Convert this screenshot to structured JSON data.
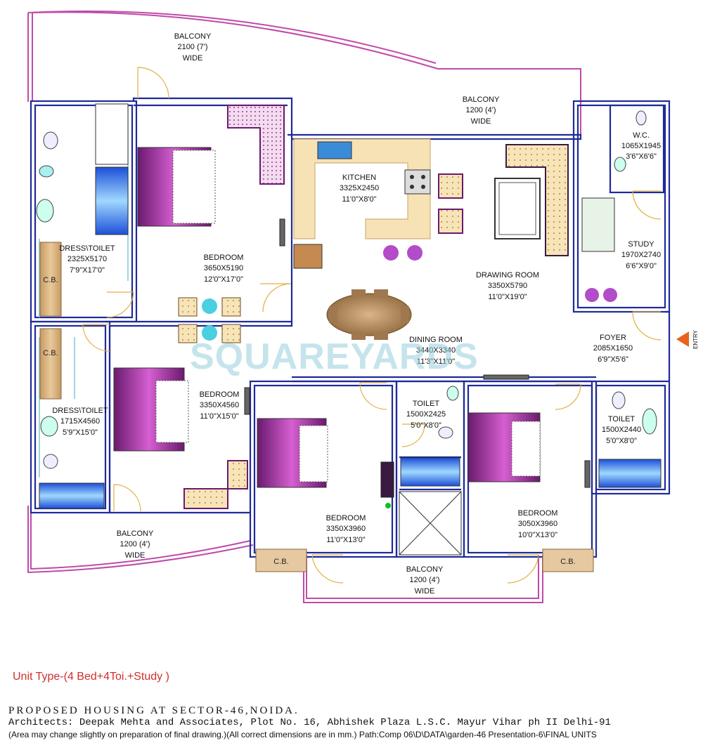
{
  "watermark": "SQUAREYARDS",
  "unit_type": "Unit Type-(4 Bed+4Toi.+Study )",
  "footer": {
    "line1": "PROPOSED HOUSING AT SECTOR-46,NOIDA.",
    "line2": "Architects: Deepak Mehta and Associates, Plot No. 16, Abhishek Plaza L.S.C. Mayur Vihar ph II Delhi-91",
    "line3": "(Area may change slightly on preparation of final drawing.)(All correct dimensions are in mm.) Path:Comp 06\\D\\DATA\\garden-46 Presentation-6\\FINAL UNITS"
  },
  "entry": "ENTRY",
  "colors": {
    "wall": "#1f2a9a",
    "balcony_outline": "#c04aa8",
    "accent": "#e8641c",
    "furniture_purple": "#a83aa0"
  },
  "rooms": {
    "balcony_top": [
      "BALCONY",
      "2100 (7')",
      "WIDE"
    ],
    "balcony_mid": [
      "BALCONY",
      "1200 (4')",
      "WIDE"
    ],
    "wc": [
      "W.C.",
      "1065X1945",
      "3'6\"X6'6\""
    ],
    "kitchen": [
      "KITCHEN",
      "3325X2450",
      "11'0\"X8'0\""
    ],
    "study": [
      "STUDY",
      "1970X2740",
      "6'6\"X9'0\""
    ],
    "dress_toilet_1": [
      "DRESS\\TOILET",
      "2325X5170",
      "7'9\"X17'0\""
    ],
    "bedroom_master": [
      "BEDROOM",
      "3650X5190",
      "12'0\"X17'0\""
    ],
    "drawing_room": [
      "DRAWING ROOM",
      "3350X5790",
      "11'0\"X19'0\""
    ],
    "dining_room": [
      "DINING ROOM",
      "3440X3340",
      "11'3\"X11'0\""
    ],
    "foyer": [
      "FOYER",
      "2085X1650",
      "6'9\"X5'6\""
    ],
    "bedroom_2": [
      "BEDROOM",
      "3350X4560",
      "11'0\"X15'0\""
    ],
    "dress_toilet_2": [
      "DRESS\\TOILET",
      "1715X4560",
      "5'9\"X15'0\""
    ],
    "toilet_1": [
      "TOILET",
      "1500X2425",
      "5'0\"X8'0\""
    ],
    "toilet_2": [
      "TOILET",
      "1500X2440",
      "5'0\"X8'0\""
    ],
    "bedroom_3": [
      "BEDROOM",
      "3350X3960",
      "11'0\"X13'0\""
    ],
    "bedroom_4": [
      "BEDROOM",
      "3050X3960",
      "10'0\"X13'0\""
    ],
    "balcony_left": [
      "BALCONY",
      "1200 (4')",
      "WIDE"
    ],
    "balcony_bottom": [
      "BALCONY",
      "1200 (4')",
      "WIDE"
    ]
  },
  "cupboards": {
    "cb1": "C.B.",
    "cb2": "C.B.",
    "cb3": "C.B.",
    "cb4": "C.B."
  }
}
